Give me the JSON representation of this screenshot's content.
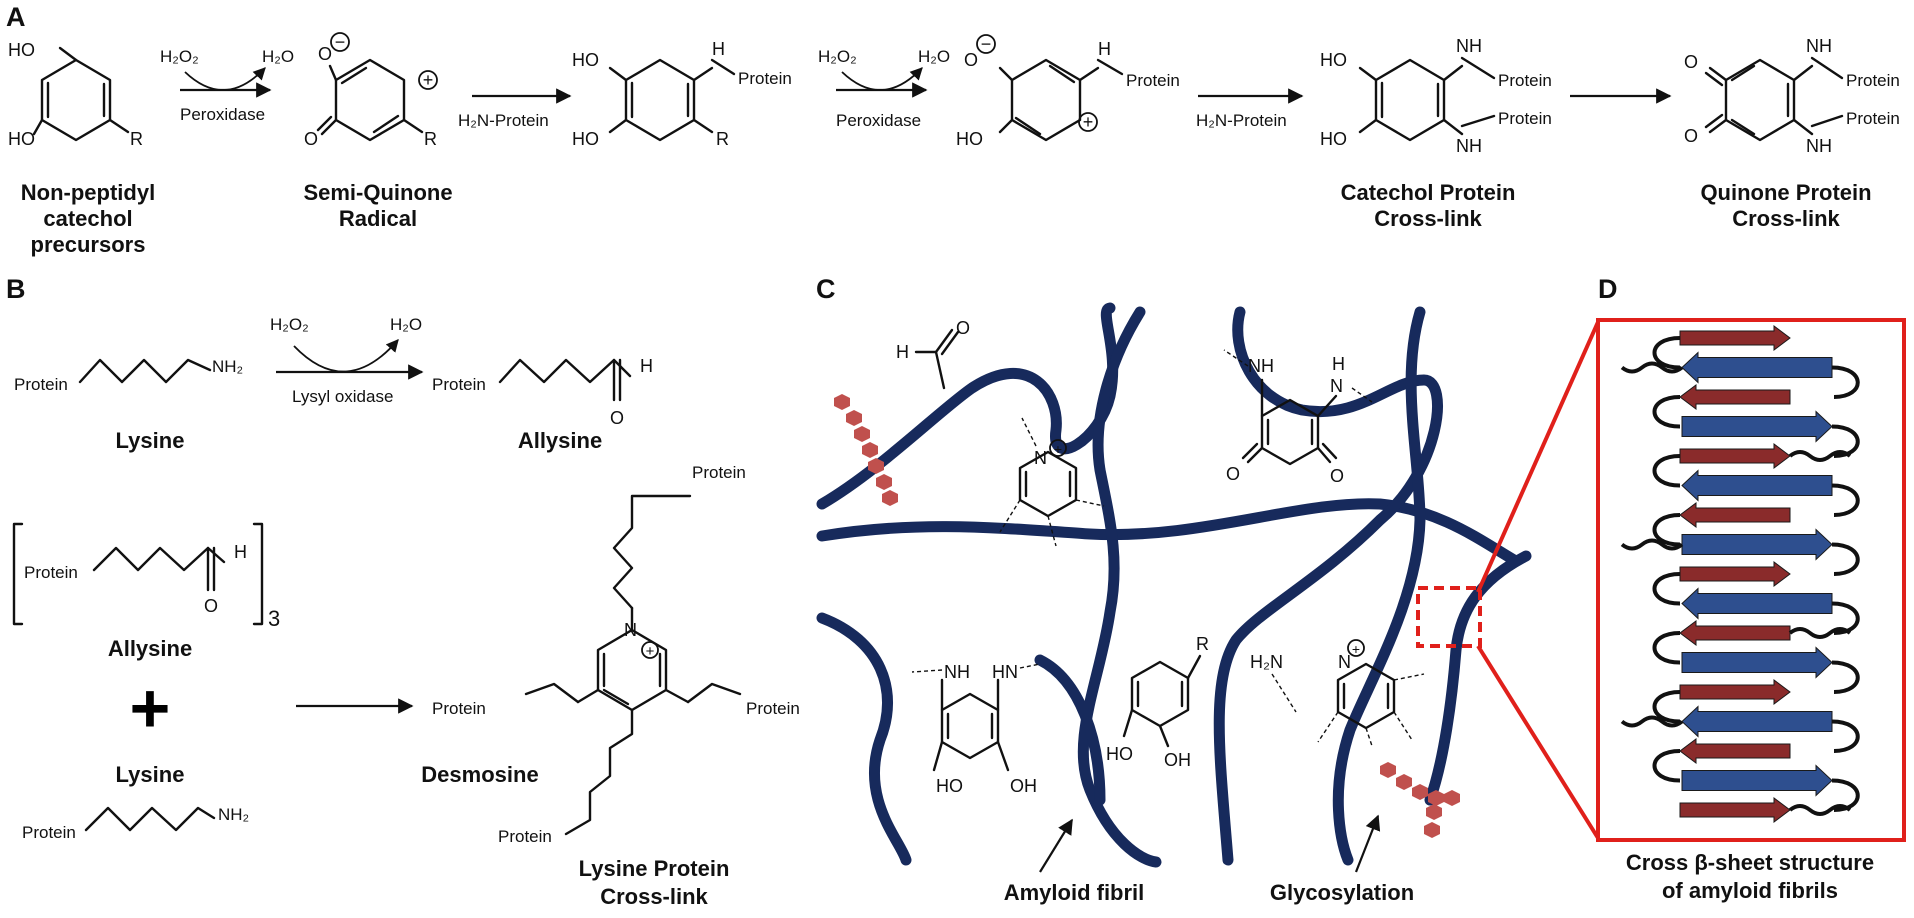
{
  "panels": {
    "a": "A",
    "b": "B",
    "c": "C",
    "d": "D"
  },
  "atoms": {
    "ho": "HO",
    "oh": "OH",
    "r": "R",
    "o": "O",
    "h": "H",
    "nh": "NH",
    "hn": "HN",
    "n": "N",
    "protein": "Protein",
    "h2o2": "H₂O₂",
    "h2o": "H₂O",
    "h2n_protein": "H₂N-Protein",
    "nh2": "NH₂",
    "h2n": "H₂N",
    "minus": "−",
    "plus": "+",
    "subscript3": "3"
  },
  "reagents": {
    "peroxidase": "Peroxidase",
    "lysyl_oxidase": "Lysyl oxidase"
  },
  "panel_a": {
    "precursor_label": [
      "Non-peptidyl",
      "catechol",
      "precursors"
    ],
    "semiquinone_label": [
      "Semi-Quinone",
      "Radical"
    ],
    "catechol_crosslink_label": [
      "Catechol Protein",
      "Cross-link"
    ],
    "quinone_crosslink_label": [
      "Quinone Protein",
      "Cross-link"
    ]
  },
  "panel_b": {
    "lysine": "Lysine",
    "allysine": "Allysine",
    "allysine_trimer": "Allysine",
    "lysine_2": "Lysine",
    "plus_sign": "+",
    "desmosine": "Desmosine",
    "crosslink_label": [
      "Lysine Protein",
      "Cross-link"
    ]
  },
  "panel_c": {
    "amyloid_fibril": "Amyloid fibril",
    "glycosylation": "Glycosylation"
  },
  "panel_d": {
    "caption": [
      "Cross β-sheet structure",
      "of amyloid fibrils"
    ]
  },
  "colors": {
    "fibril": "#172a5c",
    "strand_blue": "#2e4f8f",
    "strand_red": "#8a2b2b",
    "glycan": "#c0504d",
    "frame_red": "#e0201b"
  }
}
